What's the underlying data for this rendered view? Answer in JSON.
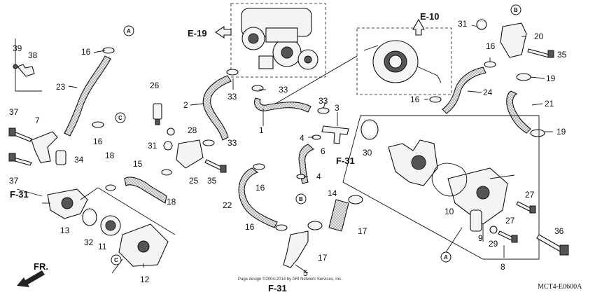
{
  "diagram": {
    "code": "MCT4-E0600A",
    "copyright": "Page design ©2004-2014 by ARI Network Services, Inc.",
    "direction_label": "FR.",
    "refs": {
      "e19": "E-19",
      "e10": "E-10",
      "f31_left": "F-31",
      "f31_mid": "F-31",
      "f31_bottom": "F-31"
    },
    "callouts": {
      "a_top": "A",
      "a_bottom": "A",
      "b_top": "B",
      "b_mid": "B",
      "c_left": "C",
      "c_bottom": "C"
    },
    "part_numbers": {
      "p1": "1",
      "p2": "2",
      "p3": "3",
      "p4a": "4",
      "p4b": "4",
      "p5": "5",
      "p6": "6",
      "p7": "7",
      "p8": "8",
      "p9": "9",
      "p10": "10",
      "p11": "11",
      "p12": "12",
      "p13": "13",
      "p14": "14",
      "p15": "15",
      "p16a": "16",
      "p16b": "16",
      "p16c": "16",
      "p16d": "16",
      "p16e": "16",
      "p16f": "16",
      "p17a": "17",
      "p17b": "17",
      "p18a": "18",
      "p18b": "18",
      "p19a": "19",
      "p19b": "19",
      "p20": "20",
      "p21": "21",
      "p22": "22",
      "p23": "23",
      "p24": "24",
      "p25": "25",
      "p26": "26",
      "p27a": "27",
      "p27b": "27",
      "p28": "28",
      "p29": "29",
      "p30": "30",
      "p31a": "31",
      "p31b": "31",
      "p32": "32",
      "p33a": "33",
      "p33b": "33",
      "p33c": "33",
      "p33d": "33",
      "p34": "34",
      "p35a": "35",
      "p35b": "35",
      "p36": "36",
      "p37a": "37",
      "p37b": "37",
      "p38": "38",
      "p39": "39"
    }
  }
}
